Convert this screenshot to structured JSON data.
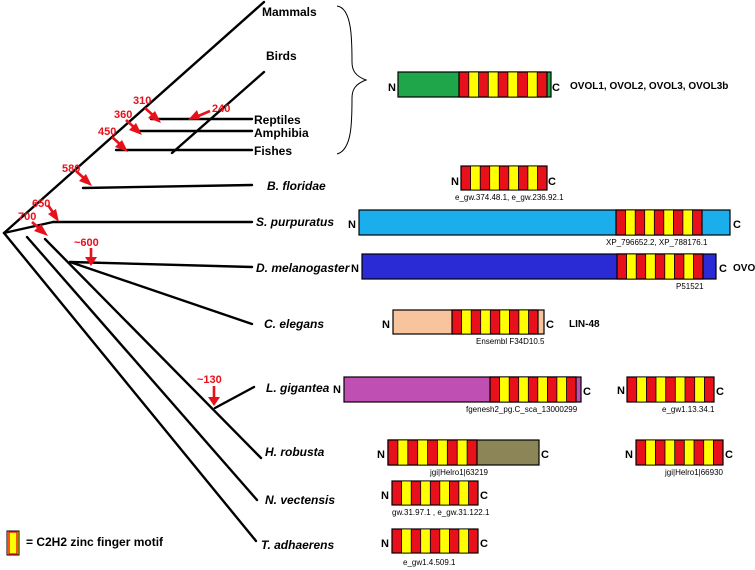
{
  "colors": {
    "zinc_finger_yellow": "#ffff00",
    "zinc_finger_red": "#e8101a",
    "age_arrow_red": "#e8101a",
    "ovol_green": "#1fa64a",
    "spurpuratus_cyan": "#1aafec",
    "dmelanogaster_blue": "#2b2bd6",
    "celegans_peach": "#f8c49e",
    "lgigantea_magenta": "#c04fb4",
    "hrobusta_olive": "#8b8557"
  },
  "taxa": [
    {
      "id": "mammals",
      "label": "Mammals",
      "italic": false
    },
    {
      "id": "birds",
      "label": "Birds",
      "italic": false
    },
    {
      "id": "reptiles",
      "label": "Reptiles",
      "italic": false
    },
    {
      "id": "amphibia",
      "label": "Amphibia",
      "italic": false
    },
    {
      "id": "fishes",
      "label": "Fishes",
      "italic": false
    },
    {
      "id": "bfloridae",
      "label": "B. floridae",
      "italic": true
    },
    {
      "id": "spurpuratus",
      "label": "S. purpuratus",
      "italic": true
    },
    {
      "id": "dmelanogaster",
      "label": "D. melanogaster",
      "italic": true
    },
    {
      "id": "celegans",
      "label": "C. elegans",
      "italic": true
    },
    {
      "id": "lgigantea",
      "label": "L. gigantea",
      "italic": true
    },
    {
      "id": "hrobusta",
      "label": "H. robusta",
      "italic": true
    },
    {
      "id": "nvectensis",
      "label": "N. vectensis",
      "italic": true
    },
    {
      "id": "tadhaerens",
      "label": "T. adhaerens",
      "italic": true
    }
  ],
  "divergence_ages": [
    "310",
    "240",
    "360",
    "450",
    "580",
    "650",
    "700",
    "~600",
    "~130"
  ],
  "proteins": [
    {
      "id": "ovol",
      "n": "N",
      "c": "C",
      "color": "#1fa64a",
      "znf": 4,
      "accession": "",
      "name": "OVOL1, OVOL2, OVOL3, OVOL3b"
    },
    {
      "id": "bfl",
      "n": "N",
      "c": "C",
      "color": "",
      "znf": 4,
      "accession": "e_gw.374.48.1, e_gw.236.92.1",
      "name": ""
    },
    {
      "id": "spu",
      "n": "N",
      "c": "C",
      "color": "#1aafec",
      "znf": 4,
      "accession": "XP_796652.2, XP_788176.1",
      "name": ""
    },
    {
      "id": "dme",
      "n": "N",
      "c": "C",
      "color": "#2b2bd6",
      "znf": 4,
      "accession": "P51521",
      "name": "OVO"
    },
    {
      "id": "cel",
      "n": "N",
      "c": "C",
      "color": "#f8c49e",
      "znf": 4,
      "accession": "Ensembl F34D10.5",
      "name": "LIN-48"
    },
    {
      "id": "lgi1",
      "n": "N",
      "c": "C",
      "color": "#c04fb4",
      "znf": 4,
      "accession": "fgenesh2_pg.C_sca_13000299",
      "name": ""
    },
    {
      "id": "lgi2",
      "n": "N",
      "c": "C",
      "color": "",
      "znf": 4,
      "accession": "e_gw1.13.34.1",
      "name": ""
    },
    {
      "id": "hro1",
      "n": "N",
      "c": "C",
      "color": "#8b8557",
      "znf": 4,
      "accession": "jgi|Helro1|63219",
      "name": ""
    },
    {
      "id": "hro2",
      "n": "N",
      "c": "C",
      "color": "",
      "znf": 4,
      "accession": "jgi|Helro1|66930",
      "name": ""
    },
    {
      "id": "nve",
      "n": "N",
      "c": "C",
      "color": "",
      "znf": 4,
      "accession": "gw.31.97.1 , e_gw.31.122.1",
      "name": ""
    },
    {
      "id": "tad",
      "n": "N",
      "c": "C",
      "color": "",
      "znf": 4,
      "accession": "e_gw1.4.509.1",
      "name": ""
    }
  ],
  "legend": {
    "label": "= C2H2 zinc finger motif"
  }
}
